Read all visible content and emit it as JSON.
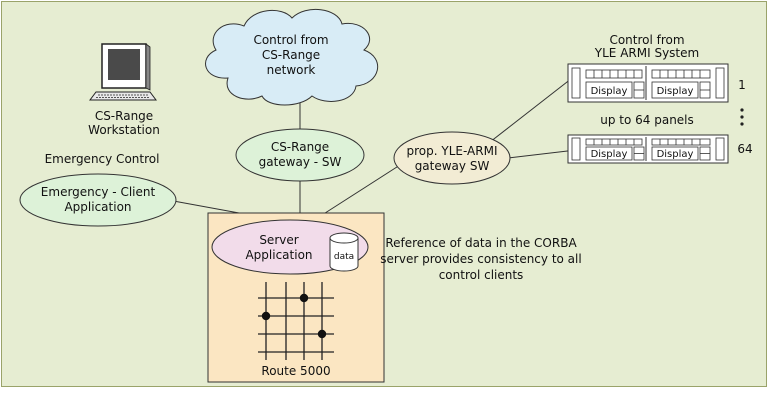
{
  "workstation": {
    "label_line1": "CS-Range",
    "label_line2": "Workstation"
  },
  "cloud": {
    "line1": "Control from",
    "line2": "CS-Range",
    "line3": "network"
  },
  "yle_title": {
    "line1": "Control from",
    "line2": "YLE ARMI System"
  },
  "panels": {
    "display_label": "Display",
    "first_index": "1",
    "last_index": "64",
    "middle_text": "up to 64 panels"
  },
  "emergency": {
    "title": "Emergency Control",
    "line1": "Emergency - Client",
    "line2": "Application"
  },
  "cs_gateway": {
    "line1": "CS-Range",
    "line2": "gateway - SW"
  },
  "yle_gateway": {
    "line1": "prop. YLE-ARMI",
    "line2": "gateway SW"
  },
  "server": {
    "line1": "Server",
    "line2": "Application",
    "db_label": "data"
  },
  "router": {
    "label": "Route 5000"
  },
  "note": {
    "line1": "Reference of data in the CORBA",
    "line2": "server provides consistency to all",
    "line3": "control clients"
  },
  "colors": {
    "background": "#e6edd2",
    "border": "#9aa36a",
    "ellipse_green": "#ddf2d8",
    "ellipse_beige": "#f2ecd4",
    "ellipse_pink": "#f2dcea",
    "cloud": "#d8ecf6",
    "router_box": "#fbe6c2"
  }
}
